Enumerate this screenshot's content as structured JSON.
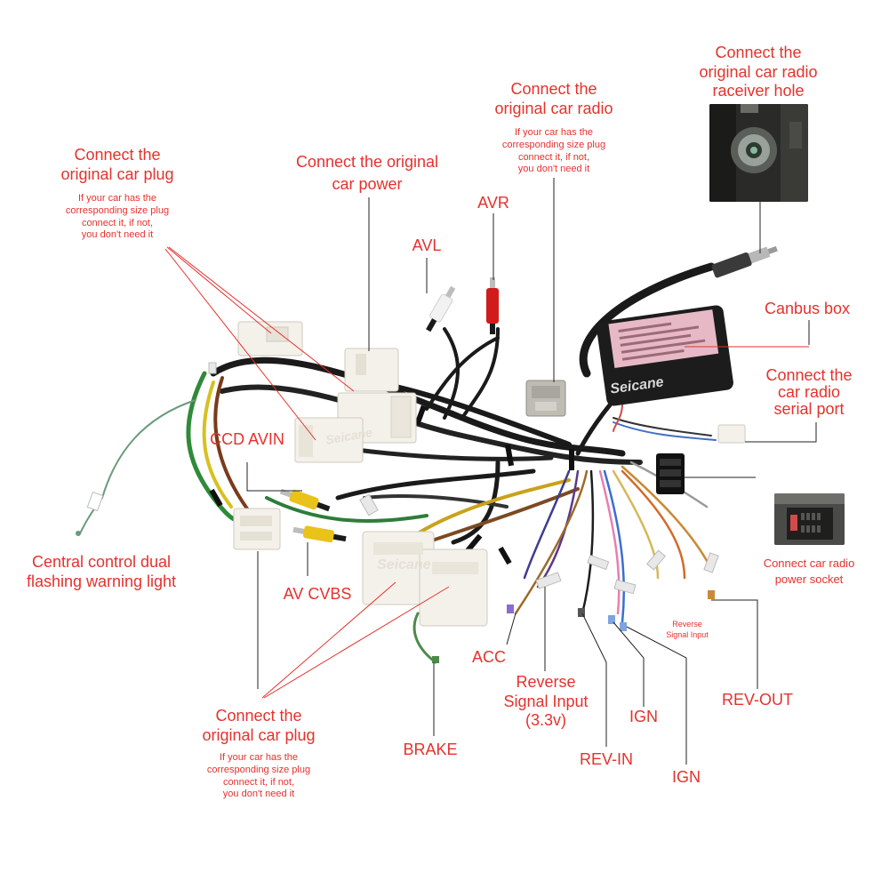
{
  "labels": {
    "receiver_hole": "Connect the\noriginal car radio\nraceiver hole",
    "car_radio": "Connect the\noriginal car radio",
    "car_radio_note": "If your car has the\ncorresponding size plug\nconnect it, if not,\nyou don't need it",
    "car_power": "Connect the original\ncar power",
    "car_plug_top": "Connect the\noriginal car plug",
    "car_plug_top_note": "If your car has the\ncorresponding size plug\nconnect it, if not,\nyou don't need it",
    "avr": "AVR",
    "avl": "AVL",
    "canbus_box": "Canbus box",
    "serial_port": "Connect the\ncar radio\nserial port",
    "ccd_avin": "CCD AVIN",
    "dual_flashing": "Central control dual\nflashing warning light",
    "av_cvbs": "AV CVBS",
    "power_socket": "Connect car radio\npower socket",
    "reverse_small": "Reverse\nSignal Input",
    "acc": "ACC",
    "reverse_input": "Reverse\nSignal Input\n(3.3v)",
    "ign_1": "IGN",
    "rev_out": "REV-OUT",
    "car_plug_bottom": "Connect the\noriginal car plug",
    "car_plug_bottom_note": "If your car has the\ncorresponding size plug\nconnect it, if not,\nyou don't need it",
    "brake": "BRAKE",
    "rev_in": "REV-IN",
    "ign_2": "IGN"
  },
  "brand_text": "Seicane",
  "colors": {
    "label": "#e5322d",
    "leader": "#222222",
    "red_leader": "#e5322d",
    "connector": "#f4f1ea",
    "canbus_box": "#1c1c1c",
    "canbus_sticker": "#e7b9c6",
    "rca_red": "#d11b1b",
    "rca_white": "#f2f2f2",
    "rca_yellow": "#e9c21a"
  }
}
